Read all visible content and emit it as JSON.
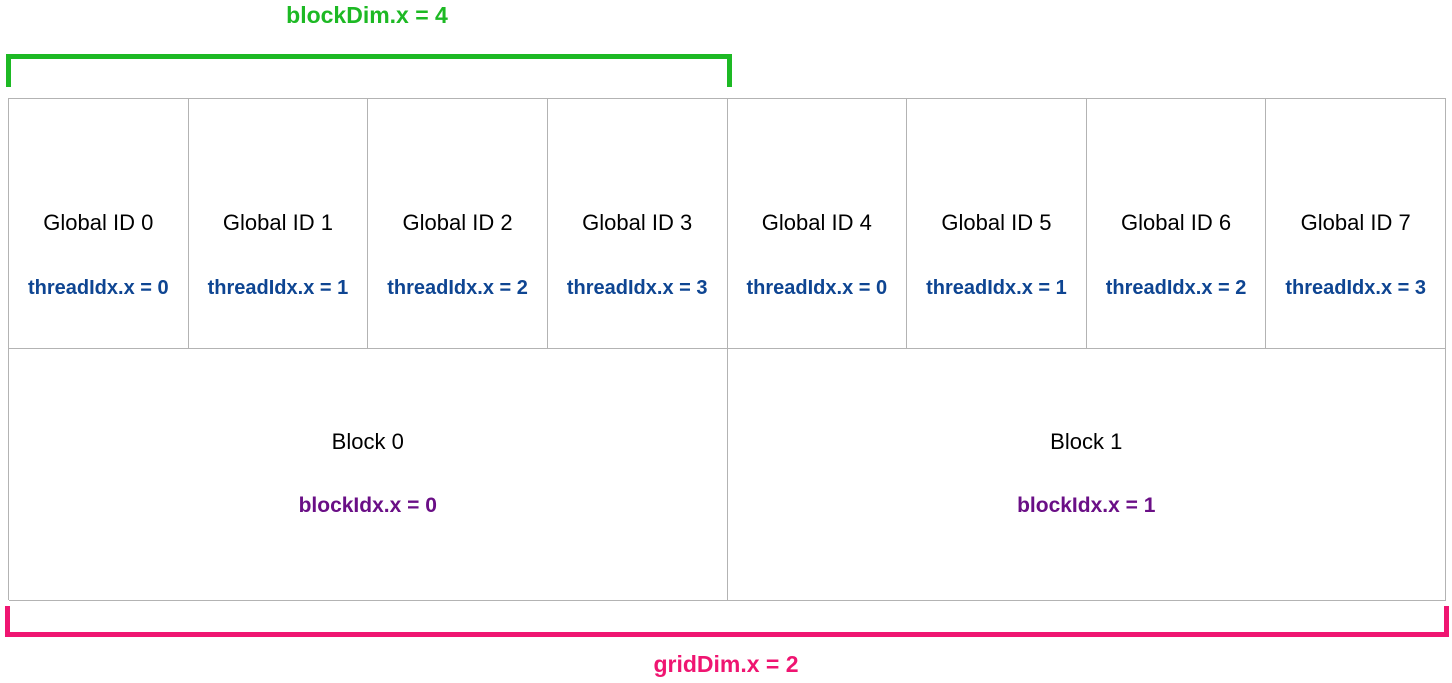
{
  "block_dim_label": "blockDim.x = 4",
  "grid_dim_label": "gridDim.x = 2",
  "threads": [
    {
      "global_id": "Global ID 0",
      "thread_idx": "threadIdx.x = 0"
    },
    {
      "global_id": "Global ID 1",
      "thread_idx": "threadIdx.x = 1"
    },
    {
      "global_id": "Global ID 2",
      "thread_idx": "threadIdx.x = 2"
    },
    {
      "global_id": "Global ID 3",
      "thread_idx": "threadIdx.x = 3"
    },
    {
      "global_id": "Global ID 4",
      "thread_idx": "threadIdx.x = 0"
    },
    {
      "global_id": "Global ID 5",
      "thread_idx": "threadIdx.x = 1"
    },
    {
      "global_id": "Global ID 6",
      "thread_idx": "threadIdx.x = 2"
    },
    {
      "global_id": "Global ID 7",
      "thread_idx": "threadIdx.x = 3"
    }
  ],
  "blocks": [
    {
      "label": "Block 0",
      "block_idx": "blockIdx.x = 0"
    },
    {
      "label": "Block 1",
      "block_idx": "blockIdx.x = 1"
    }
  ],
  "colors": {
    "block_dim": "#1db924",
    "grid_dim": "#ef1571",
    "thread_idx": "#0e4592",
    "block_idx": "#6a0f86",
    "cell_border": "#b3b3b3"
  }
}
